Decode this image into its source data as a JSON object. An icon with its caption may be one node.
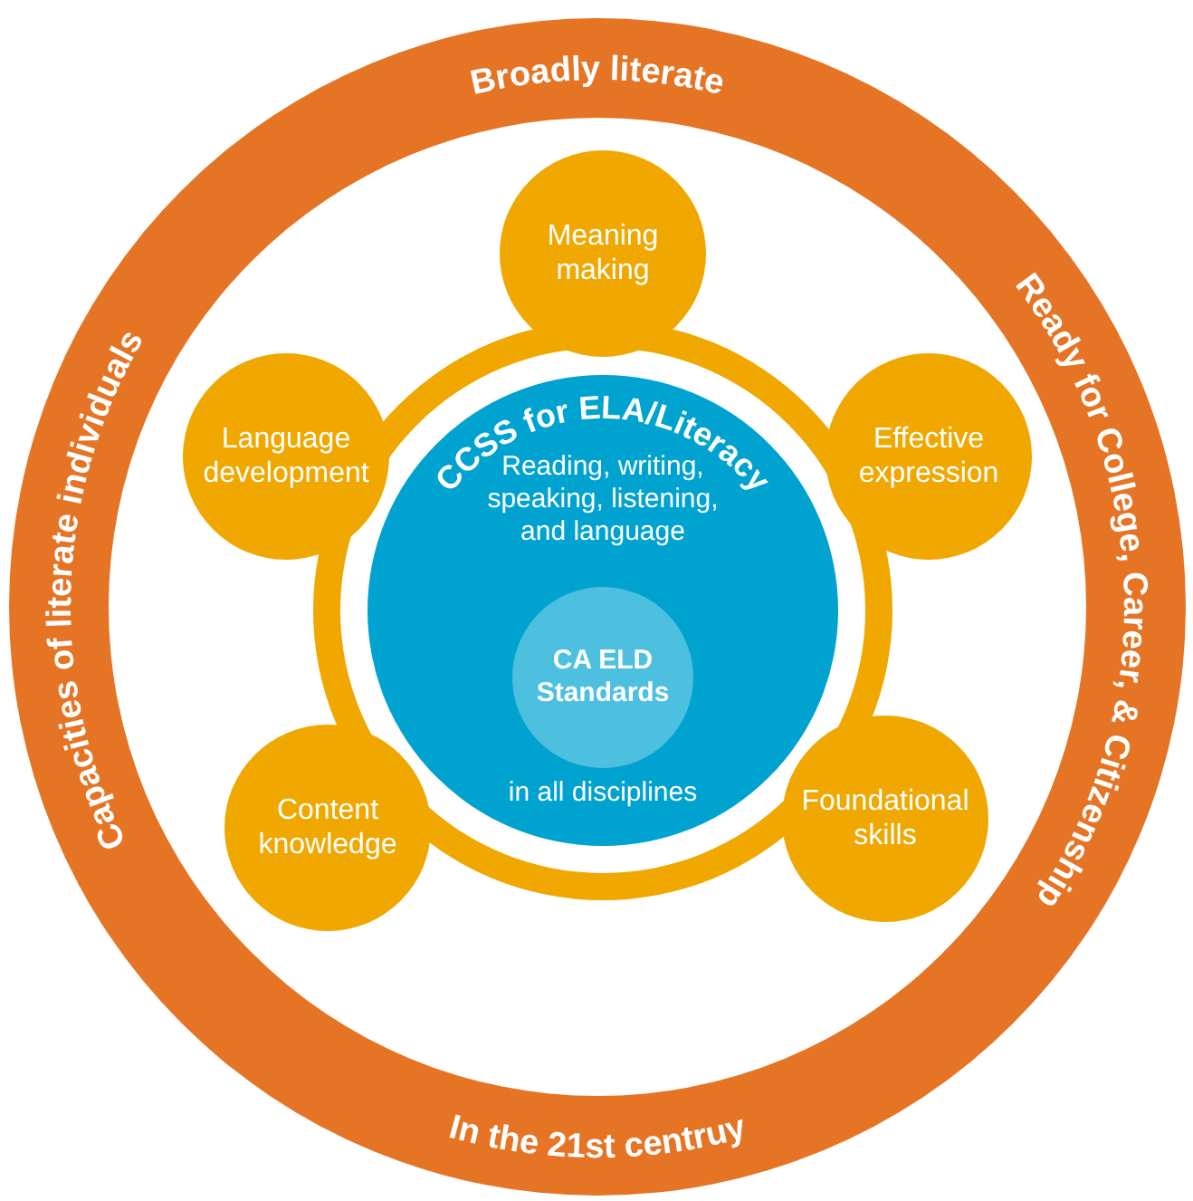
{
  "diagram": {
    "nodes": [
      {
        "text": [
          "Broadly literate",
          "Ready for College, Career, & Citizenship",
          "In the 21st centruy",
          "Capacities of literate individuals"
        ]
      },
      {
        "text": [],
        "shape": "circle",
        "in": 0
      },
      {
        "text": [
          "Meaning making"
        ],
        "in": 0
      },
      {
        "text": [
          "Language development"
        ],
        "in": 0
      },
      {
        "text": [
          "Effective expression"
        ],
        "in": 0
      },
      {
        "text": [
          "CCSS for ELA/Literacy",
          "Reading, writing, speaking, listening, and language",
          "in all disciplines"
        ],
        "in": 1
      },
      {
        "text": [
          "CA ELD Standards"
        ],
        "in": 5
      },
      {
        "text": [
          "Content knowledge"
        ],
        "in": 0
      },
      {
        "text": [
          "Foundational skills"
        ],
        "in": 0
      }
    ]
  }
}
